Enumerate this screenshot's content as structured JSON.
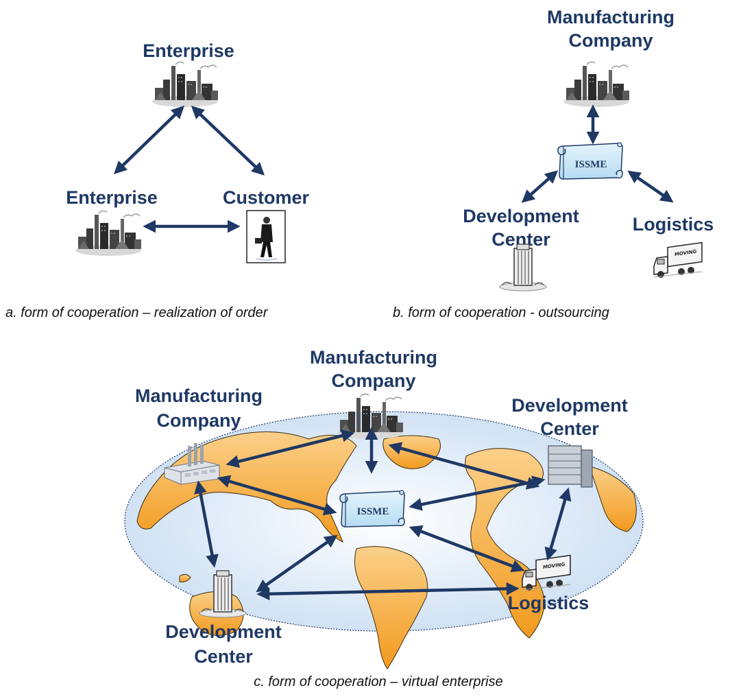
{
  "panel_a": {
    "labels": {
      "top_enterprise": "Enterprise",
      "left_enterprise": "Enterprise",
      "customer": "Customer"
    },
    "caption": "a. form of cooperation – realization of order"
  },
  "panel_b": {
    "labels": {
      "manufacturing_line1": "Manufacturing",
      "manufacturing_line2": "Company",
      "development_line1": "Development",
      "development_line2": "Center",
      "logistics": "Logistics"
    },
    "scroll_label": "ISSME",
    "caption": "b. form of cooperation - outsourcing"
  },
  "panel_c": {
    "labels": {
      "manufacturing_top_line1": "Manufacturing",
      "manufacturing_top_line2": "Company",
      "manufacturing_left_line1": "Manufacturing",
      "manufacturing_left_line2": "Company",
      "development_right_line1": "Development",
      "development_right_line2": "Center",
      "development_bottom_line1": "Development",
      "development_bottom_line2": "Center",
      "logistics": "Logistics"
    },
    "scroll_label": "ISSME",
    "caption": "c. form of cooperation – virtual enterprise"
  },
  "colors": {
    "label": "#1f3864",
    "arrow": "#1f3864",
    "land": "#f5a623",
    "ocean": "#dbe9f7",
    "scroll": "#cfe8f7"
  },
  "icons": [
    "factory-city-icon",
    "businessman-icon",
    "office-tower-icon",
    "moving-truck-icon",
    "factory-building-icon",
    "scroll-icon",
    "world-map-icon"
  ]
}
